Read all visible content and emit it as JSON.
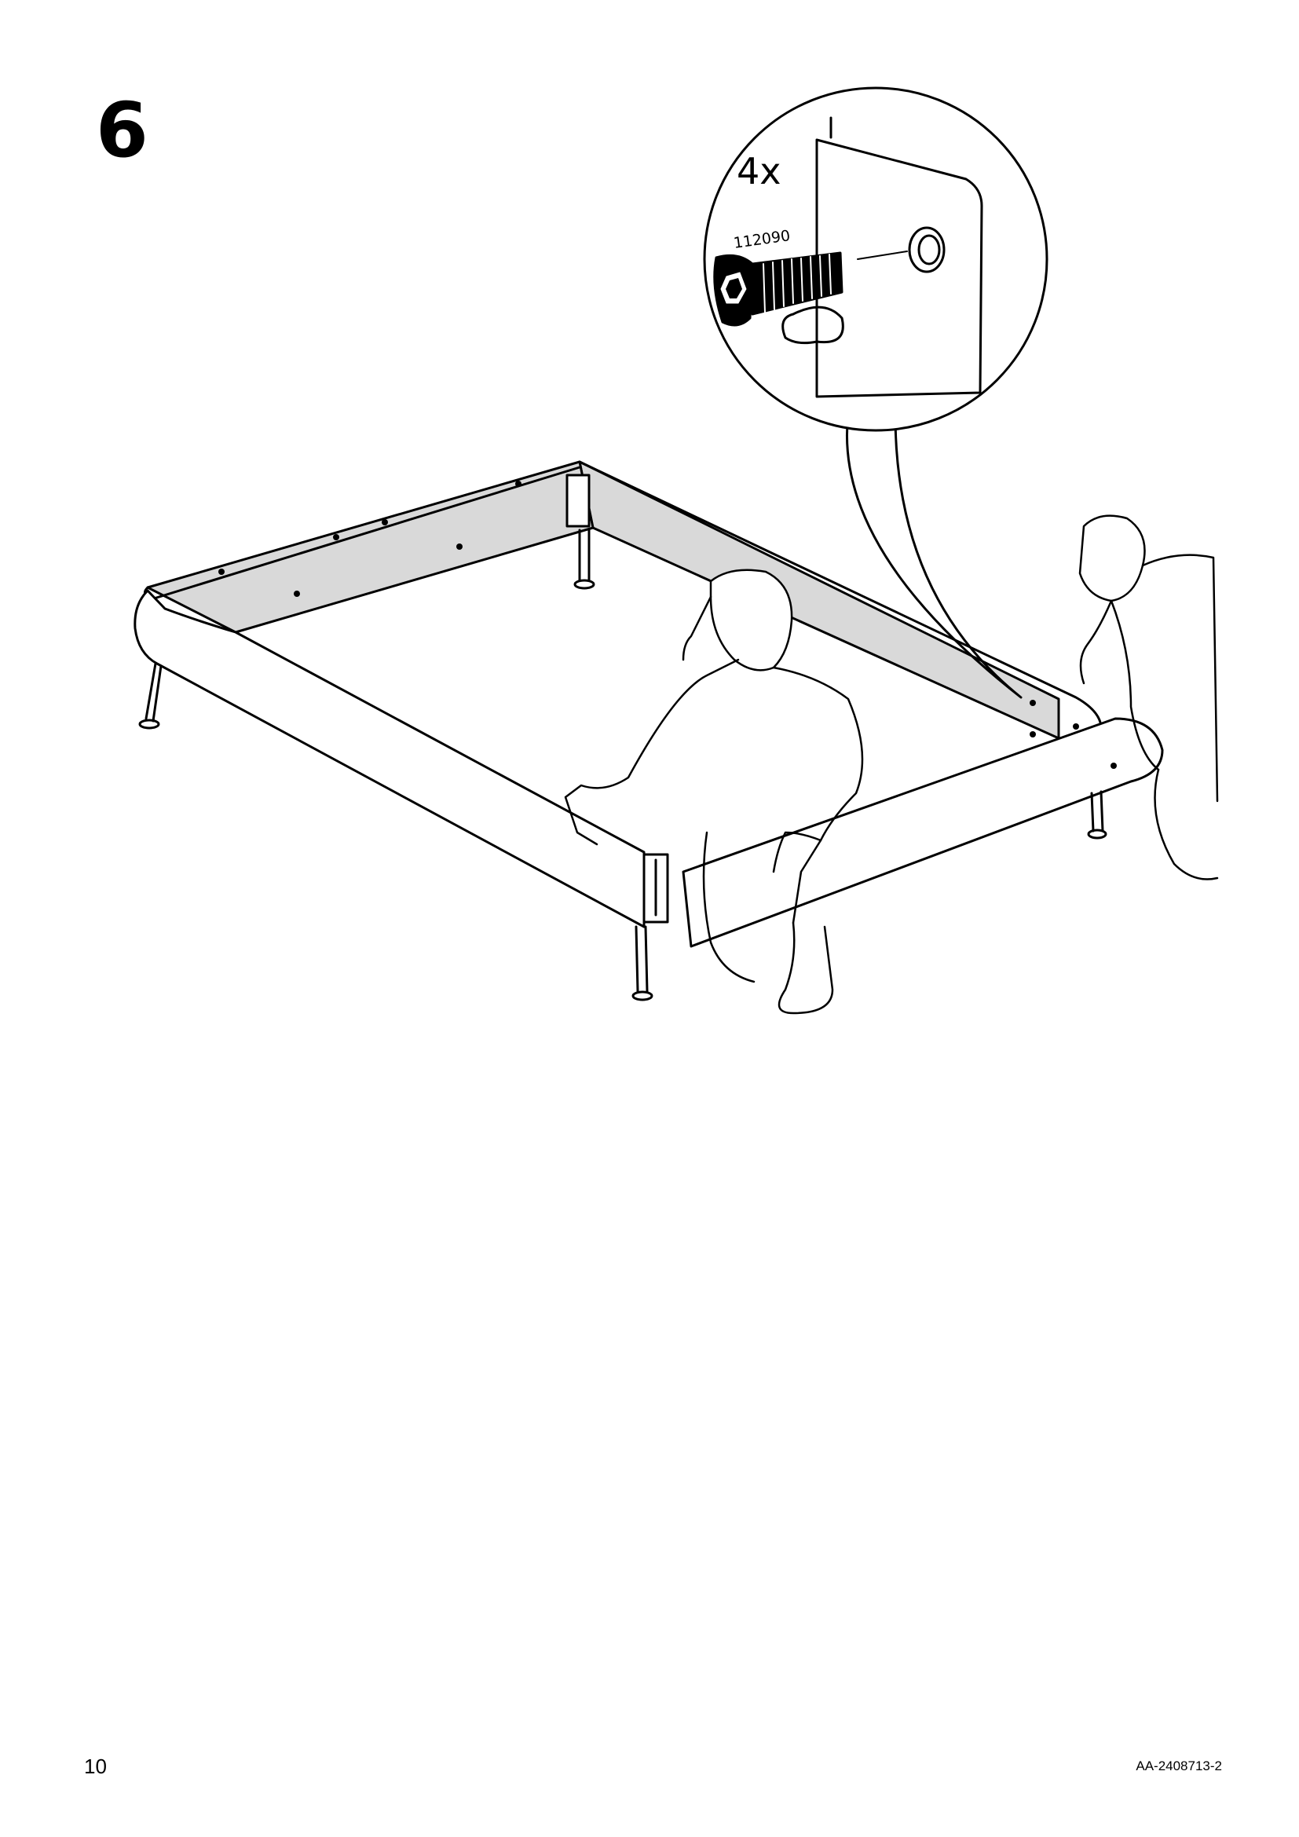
{
  "step": {
    "number": "6"
  },
  "detail": {
    "quantity": "4x",
    "part_number": "112090"
  },
  "footer": {
    "page_number": "10",
    "document_id": "AA-2408713-2"
  }
}
